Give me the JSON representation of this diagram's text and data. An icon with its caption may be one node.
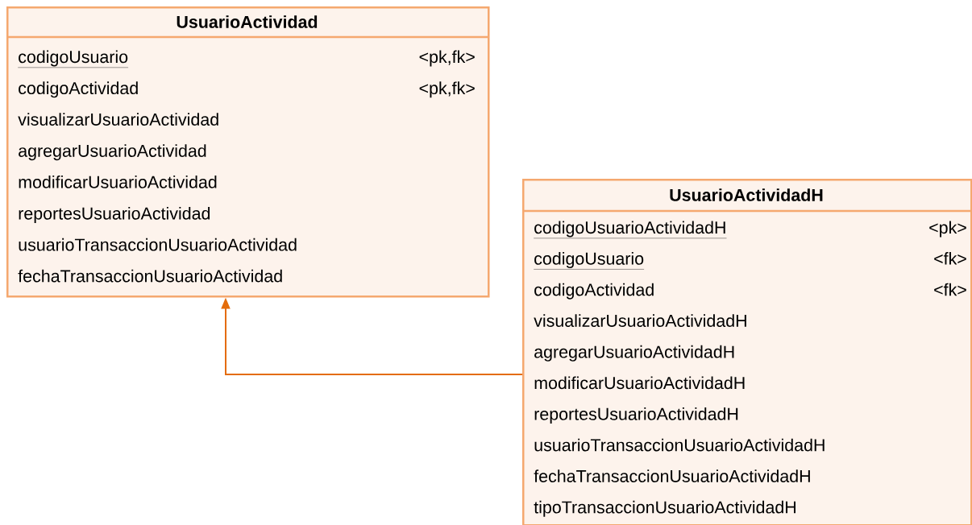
{
  "diagram": {
    "nodes": [
      {
        "text": [
          "UsuarioActividad",
          "codigoUsuario",
          "<pk,fk>",
          "codigoActividad",
          "<pk,fk>",
          "visualizarUsuarioActividad",
          "agregarUsuarioActividad",
          "modificarUsuarioActividad",
          "reportesUsuarioActividad",
          "usuarioTransaccionUsuarioActividad",
          "fechaTransaccionUsuarioActividad"
        ]
      },
      {
        "text": [
          "UsuarioActividadH",
          "codigoUsuarioActividadH",
          "<pk>",
          "codigoUsuario",
          "<fk>",
          "codigoActividad",
          "<fk>",
          "visualizarUsuarioActividadH",
          "agregarUsuarioActividadH",
          "modificarUsuarioActividadH",
          "reportesUsuarioActividadH",
          "usuarioTransaccionUsuarioActividadH",
          "fechaTransaccionUsuarioActividadH",
          "tipoTransaccionUsuarioActividadH"
        ]
      }
    ],
    "edges": [
      {
        "from": 1,
        "to": 0,
        "arrow": "to"
      }
    ]
  }
}
